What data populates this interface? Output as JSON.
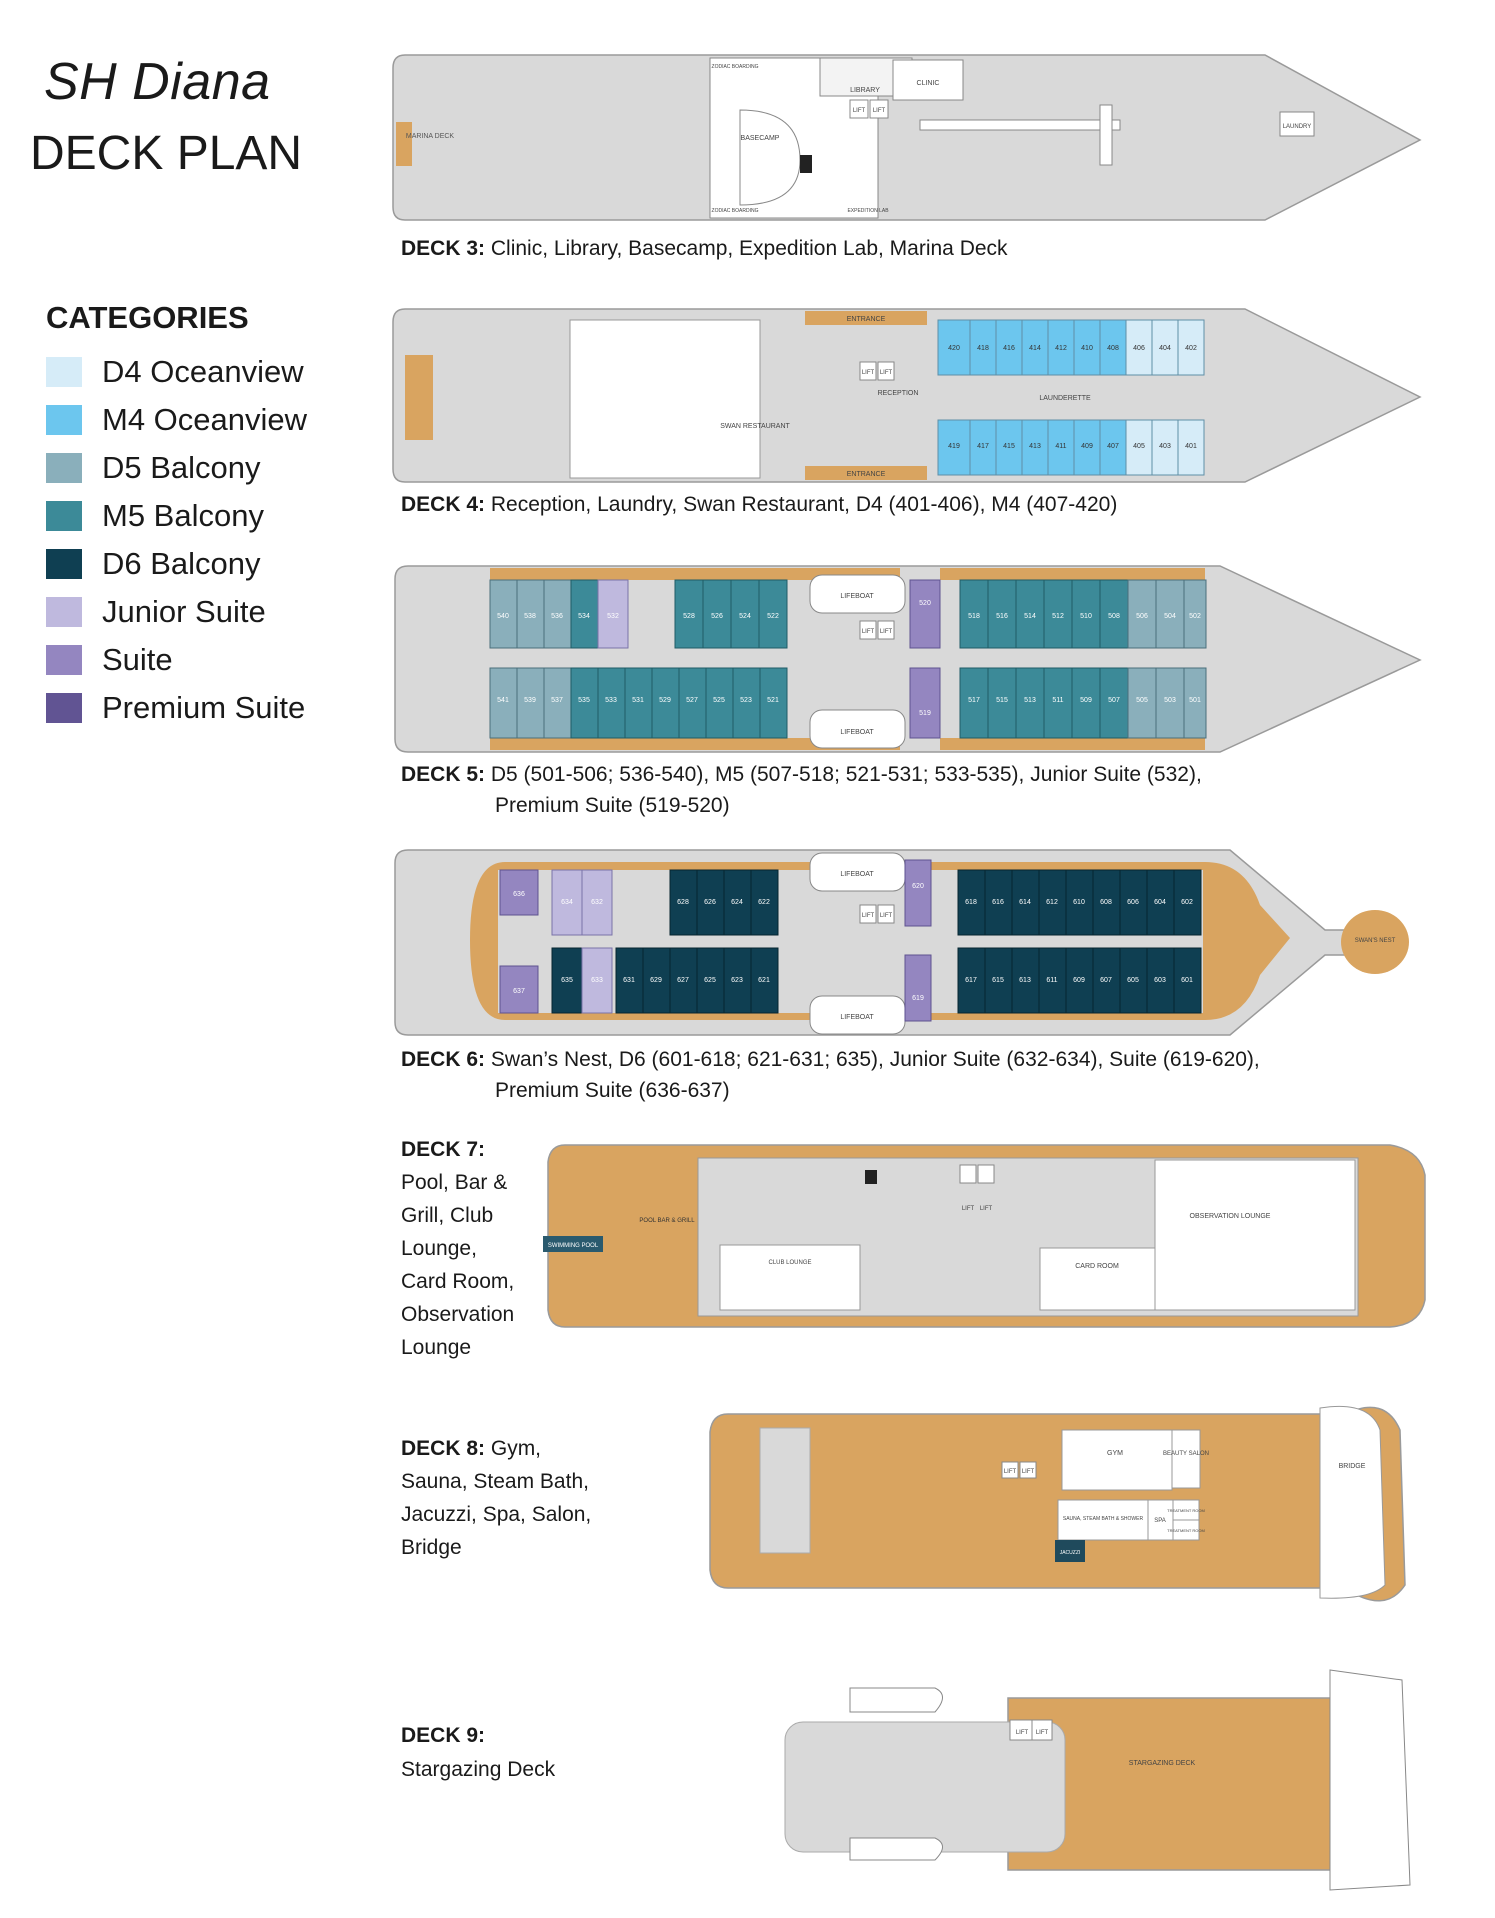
{
  "title": "SH Diana",
  "subtitle": "DECK PLAN",
  "categories_heading": "CATEGORIES",
  "categories": [
    {
      "label": "D4 Oceanview",
      "color": "#d6ecf8"
    },
    {
      "label": "M4 Oceanview",
      "color": "#6cc6ee"
    },
    {
      "label": "D5 Balcony",
      "color": "#8aafbb"
    },
    {
      "label": "M5 Balcony",
      "color": "#3c8a98"
    },
    {
      "label": "D6 Balcony",
      "color": "#0f3f52"
    },
    {
      "label": "Junior Suite",
      "color": "#bfb9de"
    },
    {
      "label": "Suite",
      "color": "#9486c0"
    },
    {
      "label": "Premium Suite",
      "color": "#615493"
    }
  ],
  "decks": [
    {
      "name": "DECK 3:",
      "desc": "Clinic, Library, Basecamp, Expedition Lab, Marina Deck",
      "labels": {
        "marina": "MARINA DECK",
        "library": "LIBRARY",
        "clinic": "CLINIC",
        "basecamp": "BASECAMP",
        "laundry": "LAUNDRY",
        "zodiac_top": "ZODIAC BOARDING",
        "zodiac_bottom": "ZODIAC BOARDING",
        "expedition_lab": "EXPEDITION LAB",
        "lift1": "LIFT",
        "lift2": "LIFT"
      }
    },
    {
      "name": "DECK 4:",
      "desc": "Reception, Laundry, Swan Restaurant, D4 (401-406), M4 (407-420)",
      "labels": {
        "entrance_top": "ENTRANCE",
        "entrance_bottom": "ENTRANCE",
        "reception": "RECEPTION",
        "restaurant": "SWAN RESTAURANT",
        "launderette": "LAUNDERETTE",
        "lift1": "LIFT",
        "lift2": "LIFT"
      },
      "cabins_top": [
        "420",
        "418",
        "416",
        "414",
        "412",
        "410",
        "408",
        "406",
        "404",
        "402"
      ],
      "cabins_bottom": [
        "419",
        "417",
        "415",
        "413",
        "411",
        "409",
        "407",
        "405",
        "403",
        "401"
      ]
    },
    {
      "name": "DECK 5:",
      "desc": "D5 (501-506; 536-540), M5 (507-518; 521-531; 533-535), Junior Suite (532),",
      "desc2": "Premium Suite (519-520)",
      "labels": {
        "lifeboat_top": "LIFEBOAT",
        "lifeboat_bottom": "LIFEBOAT",
        "lift1": "LIFT",
        "lift2": "LIFT"
      },
      "cabins_aft_top": [
        "540",
        "538",
        "536",
        "534",
        "532"
      ],
      "cabins_mid_top": [
        "528",
        "526",
        "524",
        "522"
      ],
      "cabins_aft_bottom": [
        "541",
        "539",
        "537",
        "535",
        "533",
        "531",
        "529",
        "527",
        "525",
        "523",
        "521"
      ],
      "suite_top": "520",
      "suite_bottom": "519",
      "cabins_fwd_top": [
        "518",
        "516",
        "514",
        "512",
        "510",
        "508",
        "506",
        "504",
        "502"
      ],
      "cabins_fwd_bottom": [
        "517",
        "515",
        "513",
        "511",
        "509",
        "507",
        "505",
        "503",
        "501"
      ]
    },
    {
      "name": "DECK 6:",
      "desc": "Swan’s Nest, D6 (601-618; 621-631; 635), Junior Suite (632-634), Suite (619-620),",
      "desc2": "Premium Suite (636-637)",
      "labels": {
        "lifeboat_top": "LIFEBOAT",
        "lifeboat_bottom": "LIFEBOAT",
        "swans_nest": "SWAN'S NEST",
        "lift1": "LIFT",
        "lift2": "LIFT"
      },
      "cabins_aft_top": [
        "636",
        "634",
        "632"
      ],
      "cabins_mid_top": [
        "628",
        "626",
        "624",
        "622"
      ],
      "cabins_aft_bottom": [
        "637",
        "635",
        "633",
        "631",
        "629",
        "627",
        "625",
        "623",
        "621"
      ],
      "suite_top": "620",
      "suite_bottom": "619",
      "cabins_fwd_top": [
        "618",
        "616",
        "614",
        "612",
        "610",
        "608",
        "606",
        "604",
        "602"
      ],
      "cabins_fwd_bottom": [
        "617",
        "615",
        "613",
        "611",
        "609",
        "607",
        "605",
        "603",
        "601"
      ]
    },
    {
      "name": "DECK 7:",
      "desc_lines": [
        "Pool, Bar &",
        "Grill, Club",
        "Lounge,",
        "Card Room,",
        "Observation",
        "Lounge"
      ],
      "labels": {
        "pool": "SWIMMING POOL",
        "pool_bar": "POOL BAR & GRILL",
        "club_lounge": "CLUB LOUNGE",
        "card_room": "CARD ROOM",
        "observation": "OBSERVATION LOUNGE",
        "lift1": "LIFT",
        "lift2": "LIFT"
      }
    },
    {
      "name": "DECK 8:",
      "desc_first": "Gym,",
      "desc_lines": [
        "Sauna, Steam Bath,",
        "Jacuzzi, Spa, Salon,",
        "Bridge"
      ],
      "labels": {
        "gym": "GYM",
        "beauty": "BEAUTY SALON",
        "sauna": "SAUNA, STEAM BATH & SHOWER",
        "spa": "SPA",
        "treatment1": "TREATMENT ROOM",
        "treatment2": "TREATMENT ROOM",
        "jacuzzi": "JACUZZI",
        "bridge": "BRIDGE",
        "lift1": "LIFT",
        "lift2": "LIFT"
      }
    },
    {
      "name": "DECK 9:",
      "desc_lines": [
        "Stargazing Deck"
      ],
      "labels": {
        "stargazing": "STARGAZING DECK",
        "lift1": "LIFT",
        "lift2": "LIFT"
      }
    }
  ]
}
